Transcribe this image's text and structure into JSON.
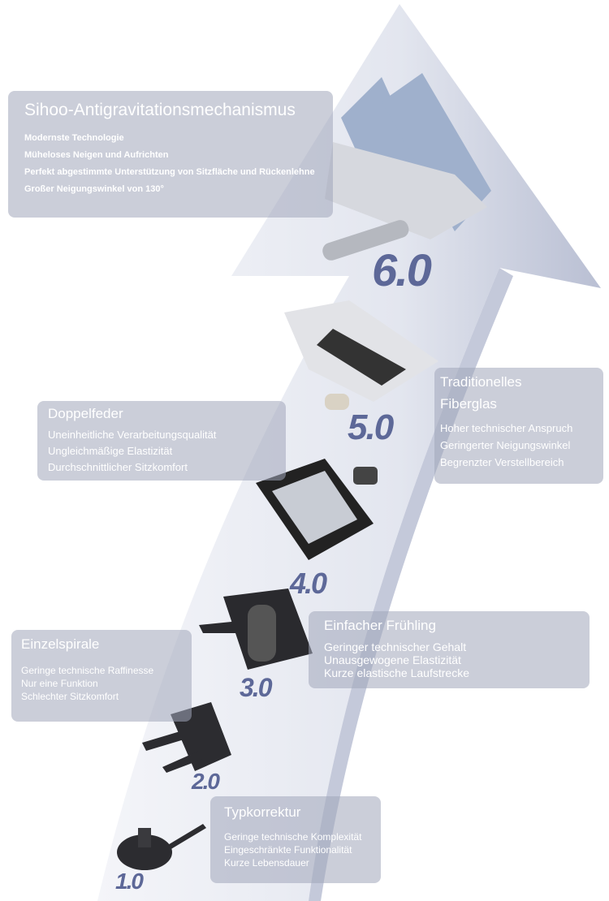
{
  "levels": [
    {
      "number": "6.0",
      "title": "Sihoo-Antigravitationsmechanismus",
      "features": [
        "Modernste Technologie",
        "Müheloses Neigen und Aufrichten",
        "Perfekt abgestimmte Unterstützung von Sitzfläche und Rückenlehne",
        "Großer Neigungswinkel von 130°"
      ]
    },
    {
      "number": "5.0",
      "title_lines": [
        "Traditionelles",
        "Fiberglas"
      ],
      "features": [
        "Hoher technischer Anspruch",
        "Geringerter Neigungswinkel",
        "Begrenzter Verstellbereich"
      ]
    },
    {
      "number": "4.0",
      "title": "Doppelfeder",
      "features": [
        "Uneinheitliche Verarbeitungsqualität",
        "Ungleichmäßige Elastizität",
        "Durchschnittlicher Sitzkomfort"
      ]
    },
    {
      "number": "3.0",
      "title": "Einfacher Frühling",
      "features": [
        "Geringer technischer Gehalt",
        "Unausgewogene Elastizität",
        "Kurze elastische Laufstrecke"
      ]
    },
    {
      "number": "2.0",
      "title": "Einzelspirale",
      "features": [
        "Geringe technische Raffinesse",
        "Nur eine Funktion",
        "Schlechter Sitzkomfort"
      ]
    },
    {
      "number": "1.0",
      "title": "Typkorrektur",
      "features": [
        "Geringe technische Komplexität",
        "Eingeschränkte Funktionalität",
        "Kurze Lebensdauer"
      ]
    }
  ],
  "colors": {
    "number": "#5d6898",
    "card": "#a0a6ba",
    "arrow": "#dfe3ee"
  }
}
